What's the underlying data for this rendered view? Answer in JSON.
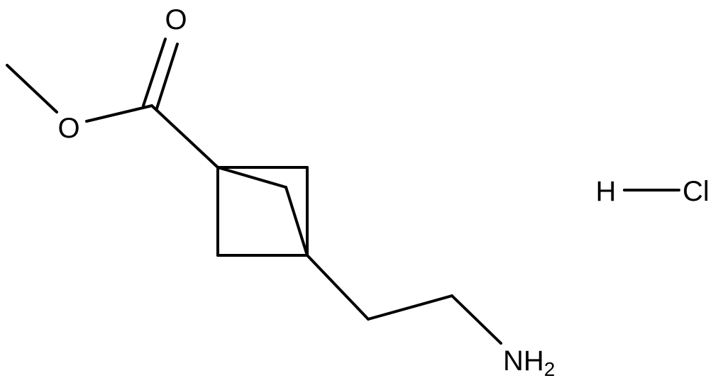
{
  "atoms": {
    "carbonyl_oxygen": "O",
    "ester_oxygen": "O",
    "amine_nitrogen": "N",
    "amine_hydrogen": "H",
    "amine_hydrogen_count": "2",
    "hydrogen": "H",
    "chlorine": "Cl"
  },
  "colors": {
    "bond": "#000000",
    "text": "#000000",
    "background": "#ffffff"
  }
}
